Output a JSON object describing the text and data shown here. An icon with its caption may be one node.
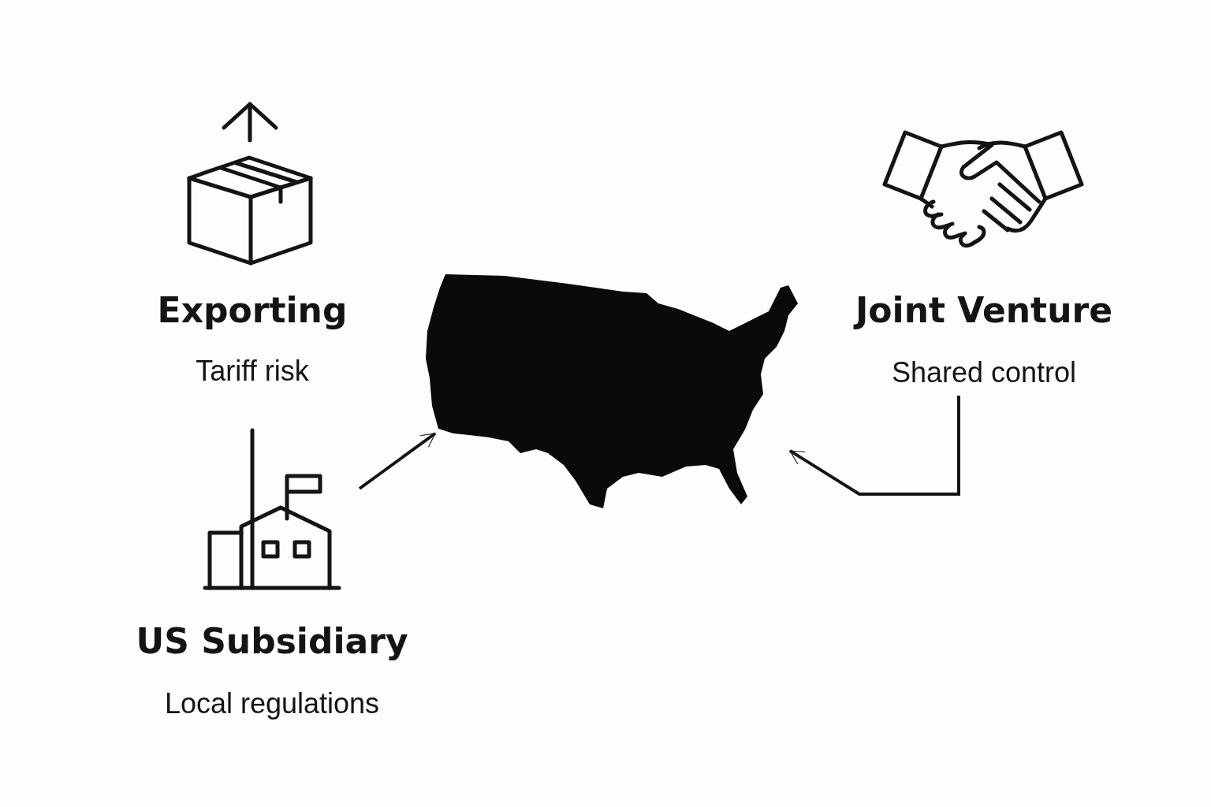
{
  "diagram": {
    "nodes": [
      {
        "text": [
          "Exporting",
          "Tariff risk"
        ]
      },
      {
        "text": [
          "US Subsidiary",
          "Local regulations"
        ]
      },
      {
        "text": [
          "Joint Venture",
          "Shared control"
        ]
      },
      {
        "text": [],
        "shape": "picture"
      }
    ],
    "edges": [
      {
        "from": 1,
        "to": 3,
        "arrow": "to"
      },
      {
        "from": 2,
        "to": 3,
        "arrow": "to"
      }
    ]
  }
}
